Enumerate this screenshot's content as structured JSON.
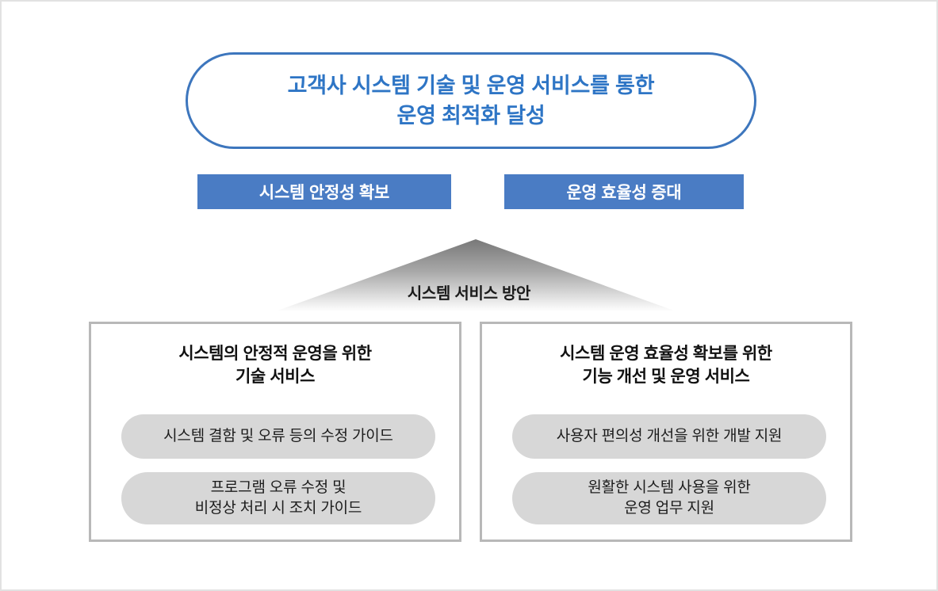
{
  "diagram": {
    "goal": {
      "text": "고객사 시스템 기술 및 운영 서비스를 통한\n운영 최적화 달성",
      "border_color": "#3d76bd",
      "text_color": "#2e75c5"
    },
    "objectives": [
      {
        "label": "시스템 안정성 확보",
        "color": "#4a7cc4"
      },
      {
        "label": "운영 효율성 증대",
        "color": "#4a7cc4"
      }
    ],
    "arrow": {
      "label": "시스템 서비스 방안",
      "gradient_from": "#808080",
      "gradient_to": "#ffffff"
    },
    "panels": [
      {
        "heading": "시스템의 안정적 운영을 위한\n기술 서비스",
        "items": [
          "시스템 결함 및 오류 등의 수정 가이드",
          "프로그램 오류 수정 및\n비정상 처리 시 조치 가이드"
        ]
      },
      {
        "heading": "시스템 운영 효율성 확보를 위한\n기능 개선 및 운영 서비스",
        "items": [
          "사용자 편의성 개선을 위한 개발 지원",
          "원활한 시스템 사용을 위한\n운영 업무 지원"
        ]
      }
    ],
    "colors": {
      "panel_border": "#b8b8b8",
      "pill_fill": "#d7d7d7",
      "page_border": "#e2e2e2",
      "background": "#ffffff"
    }
  }
}
